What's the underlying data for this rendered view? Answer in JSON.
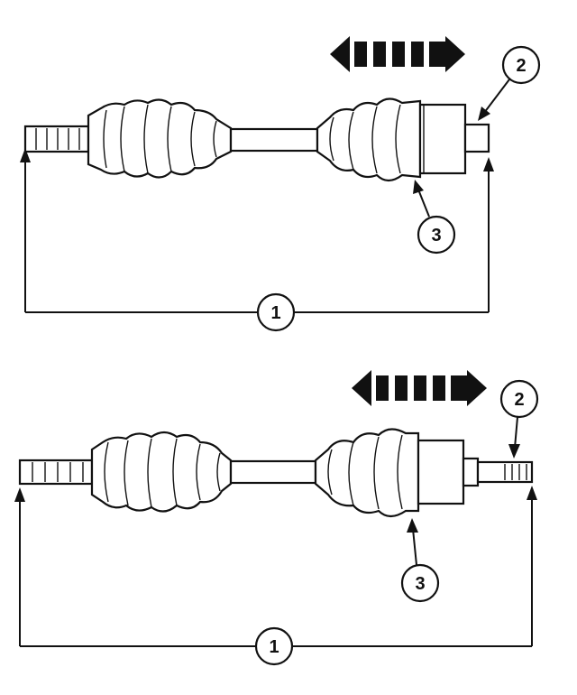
{
  "diagrams": [
    {
      "id": "top",
      "callouts": [
        {
          "key": "measurement",
          "label": "1"
        },
        {
          "key": "inner-end",
          "label": "2"
        },
        {
          "key": "inner-joint",
          "label": "3"
        }
      ]
    },
    {
      "id": "bottom",
      "callouts": [
        {
          "key": "measurement",
          "label": "1"
        },
        {
          "key": "inner-end",
          "label": "2"
        },
        {
          "key": "inner-joint",
          "label": "3"
        }
      ]
    }
  ],
  "colors": {
    "ink": "#111111",
    "paper": "#ffffff"
  },
  "icons": [
    "double-arrow-icon"
  ]
}
